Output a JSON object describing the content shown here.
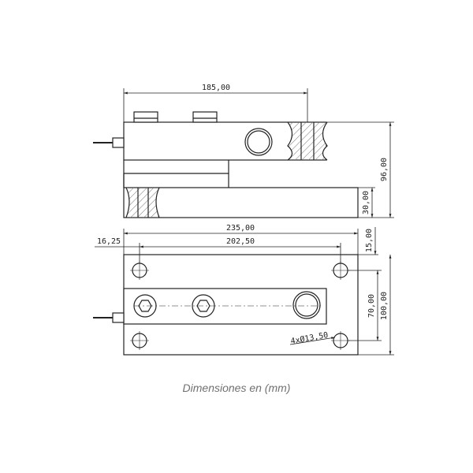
{
  "drawing": {
    "dimensions": {
      "overall_length": "185,00",
      "total_height": "96,00",
      "base_height": "30,00",
      "base_length": "235,00",
      "hole_offset": "16,25",
      "hole_spacing": "202,50",
      "top_margin": "15,00",
      "inner_width": "70,00",
      "base_width": "100,00",
      "hole_spec": "4xØ13,50"
    },
    "caption": "Dimensiones en (mm)"
  }
}
